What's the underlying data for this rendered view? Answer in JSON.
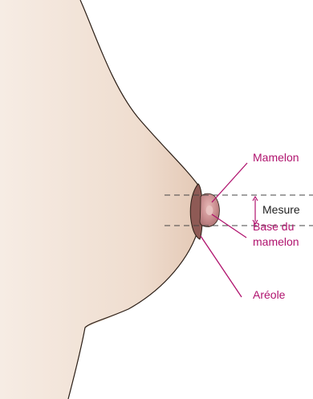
{
  "labels": {
    "nipple": "Mamelon",
    "measure": "Mesure",
    "nipple_base_line1": "Base du",
    "nipple_base_line2": "mamelon",
    "areola": "Aréole"
  },
  "colors": {
    "skin": "#f1e0d2",
    "skin_shade": "#e6cfbd",
    "outline": "#2b1e16",
    "areola": "#8e5a55",
    "nipple": "#c5878a",
    "nipple_highlight": "#dcaaa9",
    "callout": "#b0136e",
    "measure_line": "#444444"
  }
}
